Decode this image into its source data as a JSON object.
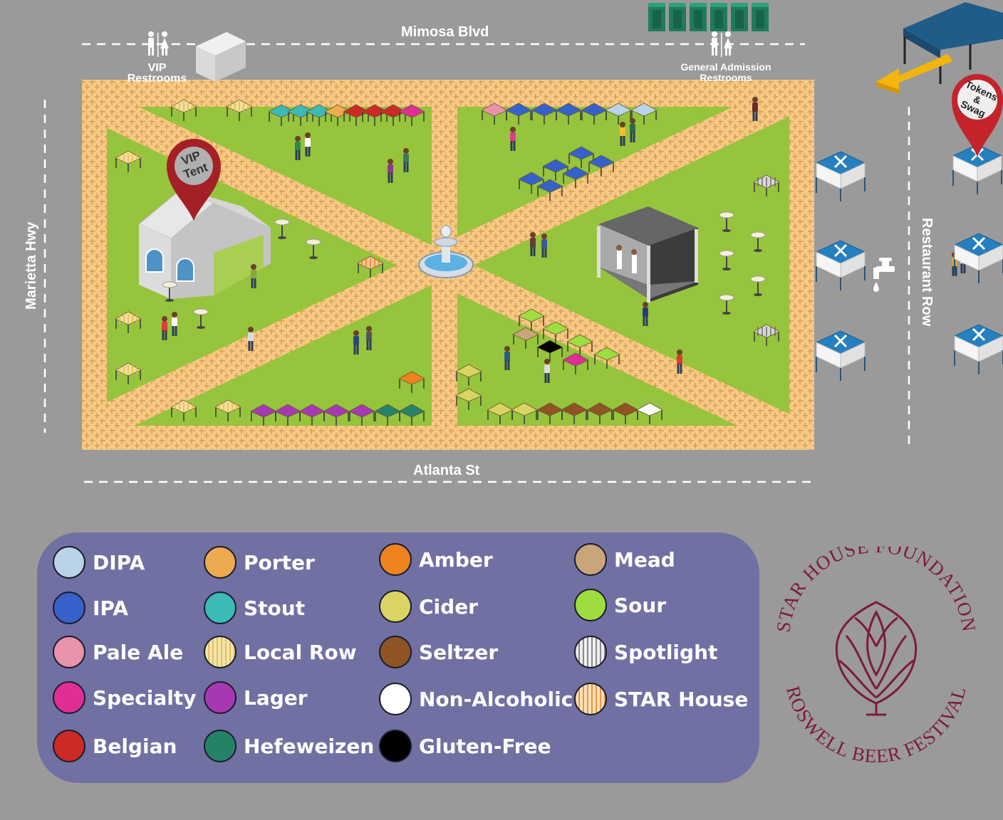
{
  "streets": {
    "north": "Mimosa Blvd",
    "south": "Atlanta St",
    "west": "Marietta Hwy",
    "east": "Restaurant Row"
  },
  "facilities": {
    "vip_restrooms": "VIP Restrooms",
    "ga_restrooms": "General Admission Restrooms",
    "vip_tent": "VIP Tent",
    "tokens_swag": "Tokens & Swag"
  },
  "icons": {
    "restroom": "restroom-icon",
    "water": "water-tap-icon",
    "food": "food-tent-icon",
    "pin": "map-pin-icon",
    "fountain": "fountain-icon",
    "stage": "music-stage-icon"
  },
  "legend": [
    {
      "label": "DIPA",
      "color": "#b8d4e6",
      "pattern": "solid"
    },
    {
      "label": "IPA",
      "color": "#3661c9",
      "pattern": "solid"
    },
    {
      "label": "Pale Ale",
      "color": "#e893ab",
      "pattern": "solid"
    },
    {
      "label": "Specialty",
      "color": "#e02e97",
      "pattern": "solid"
    },
    {
      "label": "Belgian",
      "color": "#cc2a25",
      "pattern": "solid"
    },
    {
      "label": "Porter",
      "color": "#eeaa50",
      "pattern": "solid"
    },
    {
      "label": "Stout",
      "color": "#3cbab8",
      "pattern": "solid"
    },
    {
      "label": "Local Row",
      "color": "#f3df9a",
      "pattern": "stripes"
    },
    {
      "label": "Lager",
      "color": "#a639b1",
      "pattern": "solid"
    },
    {
      "label": "Hefeweizen",
      "color": "#268267",
      "pattern": "solid"
    },
    {
      "label": "Amber",
      "color": "#ef8320",
      "pattern": "solid"
    },
    {
      "label": "Cider",
      "color": "#dad562",
      "pattern": "solid"
    },
    {
      "label": "Seltzer",
      "color": "#8e5424",
      "pattern": "solid"
    },
    {
      "label": "Non-Alcoholic",
      "color": "#ffffff",
      "pattern": "solid"
    },
    {
      "label": "Gluten-Free",
      "color": "#000000",
      "pattern": "solid"
    },
    {
      "label": "Mead",
      "color": "#c9a57a",
      "pattern": "solid"
    },
    {
      "label": "Sour",
      "color": "#9ddd3f",
      "pattern": "solid"
    },
    {
      "label": "Spotlight",
      "color": "#d8d8d8",
      "pattern": "gray-stripes"
    },
    {
      "label": "STAR House",
      "color": "#f6c78f",
      "pattern": "orange-stripes"
    }
  ],
  "colors": {
    "grass": "#96c43d",
    "path": "#f6c984",
    "road": "#9a9a9a",
    "legend_bg": "#7170a3",
    "pin": "#a32026",
    "logo": "#7d1a3e",
    "food_tent": "#2680bf"
  },
  "logo": {
    "top_arc": "STAR HOUSE FOUNDATION",
    "bottom_arc": "ROSWELL BEER FESTIVAL"
  }
}
